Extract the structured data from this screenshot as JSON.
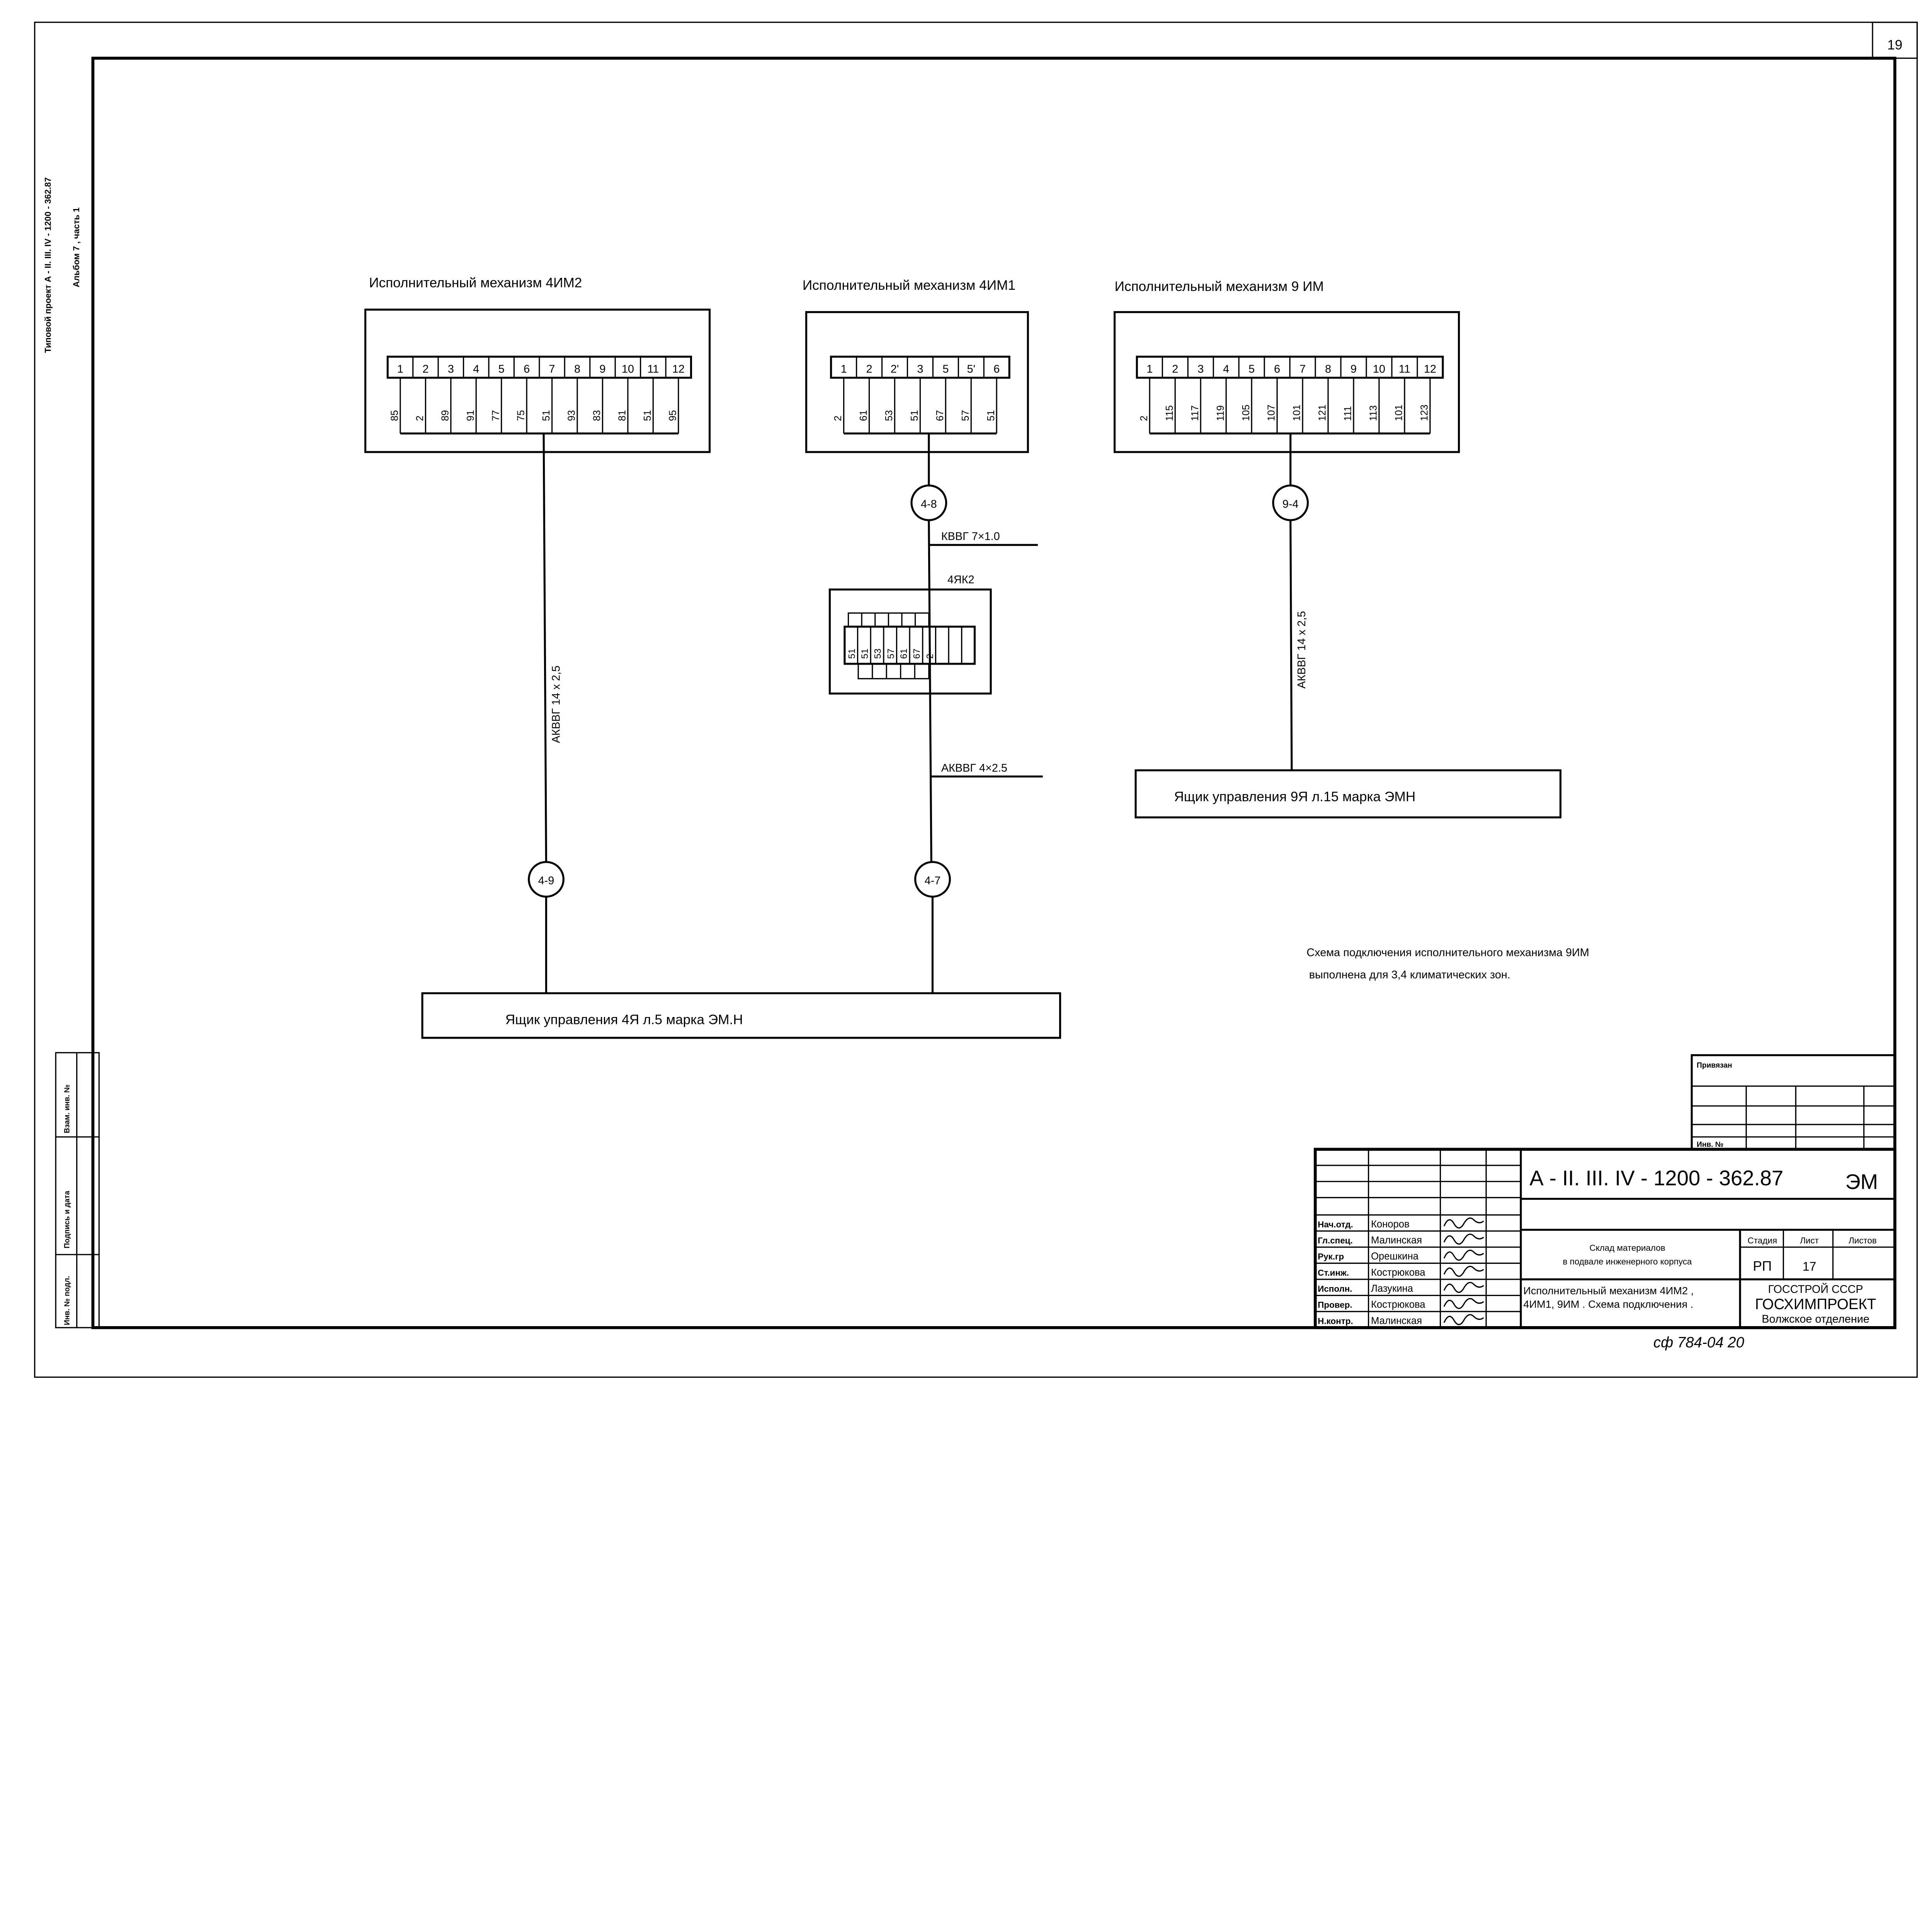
{
  "sheet_number": "19",
  "margin": {
    "project": "Типовой проект  А - II. III. IV - 1200 - 362.87",
    "album": "Альбом 7 , часть 1",
    "stamp_cells": [
      "Взам. инв. №",
      "Подпись и дата",
      "Инв. № подл."
    ]
  },
  "mechanisms": [
    {
      "title": "Исполнительный механизм 4ИМ2",
      "terminals": [
        "1",
        "2",
        "3",
        "4",
        "5",
        "6",
        "7",
        "8",
        "9",
        "10",
        "11",
        "12"
      ],
      "wires": [
        "85",
        "2",
        "89",
        "91",
        "77",
        "75",
        "51",
        "93",
        "83",
        "81",
        "51",
        "95"
      ],
      "marker_top": "",
      "marker_bottom": "4-9",
      "cable": "АКВВГ 14 x 2,5"
    },
    {
      "title": "Исполнительный механизм 4ИМ1",
      "terminals": [
        "1",
        "2",
        "2'",
        "3",
        "5",
        "5'",
        "6"
      ],
      "wires": [
        "2",
        "61",
        "53",
        "51",
        "67",
        "57",
        "51"
      ],
      "marker_top": "4-8",
      "marker_bottom": "4-7",
      "cable_top": "КВВГ 7×1.0",
      "cable_bottom": "АКВВГ 4×2.5"
    },
    {
      "title": "Исполнительный механизм 9 ИМ",
      "terminals": [
        "1",
        "2",
        "3",
        "4",
        "5",
        "6",
        "7",
        "8",
        "9",
        "10",
        "11",
        "12"
      ],
      "wires": [
        "2",
        "115",
        "117",
        "119",
        "105",
        "107",
        "101",
        "121",
        "111",
        "113",
        "101",
        "123"
      ],
      "marker_top": "9-4",
      "cable": "АКВВГ 14 x 2,5"
    }
  ],
  "junction_box": {
    "label": "4ЯК2",
    "terminals": [
      "51",
      "51",
      "53",
      "57",
      "61",
      "67",
      "2",
      "",
      "",
      ""
    ]
  },
  "control_boxes": [
    {
      "label": "Ящик   управления   4Я  л.5  марка ЭМ.Н"
    },
    {
      "label": "Ящик   управления   9Я   л.15 марка ЭМН"
    }
  ],
  "note": {
    "line1": "Схема  подключения  исполнительного механизма  9ИМ",
    "line2": "выполнена   для   3,4  климатических  зон."
  },
  "title_block": {
    "privyazan": "Привязан",
    "inv_no": "Инв. №",
    "designation": "А - II. III. IV - 1200 - 362.87",
    "code": "ЭМ",
    "staff": [
      {
        "role": "Нач.отд.",
        "name": "Коноров"
      },
      {
        "role": "Гл.спец.",
        "name": "Малинская"
      },
      {
        "role": "Рук.гр",
        "name": "Орешкина"
      },
      {
        "role": "Ст.инж.",
        "name": "Кострюкова"
      },
      {
        "role": "Исполн.",
        "name": "Лазукина"
      },
      {
        "role": "Провер.",
        "name": "Кострюкова"
      },
      {
        "role": "Н.контр.",
        "name": "Малинская"
      }
    ],
    "object_line1": "Склад материалов",
    "object_line2": "в подвале инженерного корпуса",
    "stage_header": "Стадия",
    "sheet_header": "Лист",
    "sheets_header": "Листов",
    "stage": "РП",
    "sheet": "17",
    "sheets": "",
    "drawing_title_line1": "Исполнительный механизм 4ИМ2 ,",
    "drawing_title_line2": "4ИМ1, 9ИМ . Схема подключения .",
    "org_line1": "ГОССТРОЙ СССР",
    "org_line2": "ГОСХИМПРОЕКТ",
    "org_line3": "Волжское отделение"
  },
  "footer_code": "сф 784-04  20"
}
